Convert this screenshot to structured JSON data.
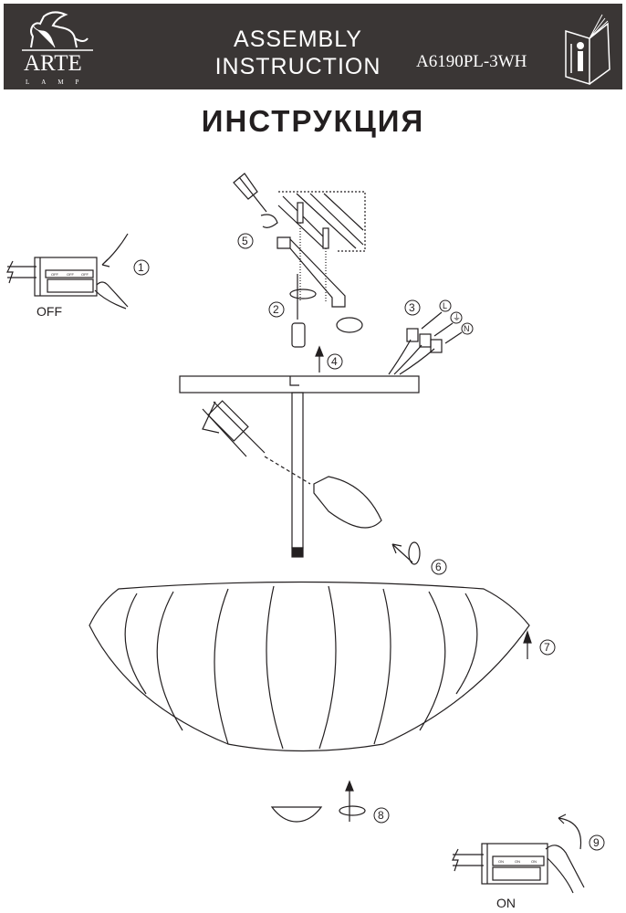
{
  "header": {
    "logo_text": "ARTE",
    "logo_sub": "LAMP",
    "title_line1": "ASSEMBLY",
    "title_line2": "INSTRUCTION",
    "model": "A6190PL-3WH"
  },
  "heading": "ИНСТРУКЦИЯ",
  "steps": [
    "1",
    "2",
    "3",
    "4",
    "5",
    "6",
    "7",
    "8",
    "9"
  ],
  "wires": {
    "live": "L",
    "earth": "⏚",
    "neutral": "N"
  },
  "switch_off": {
    "label": "OFF",
    "key_label": "OFF"
  },
  "switch_on": {
    "label": "ON",
    "key_label": "ON"
  },
  "colors": {
    "header_bg": "#3a3635",
    "ink": "#231f20"
  }
}
